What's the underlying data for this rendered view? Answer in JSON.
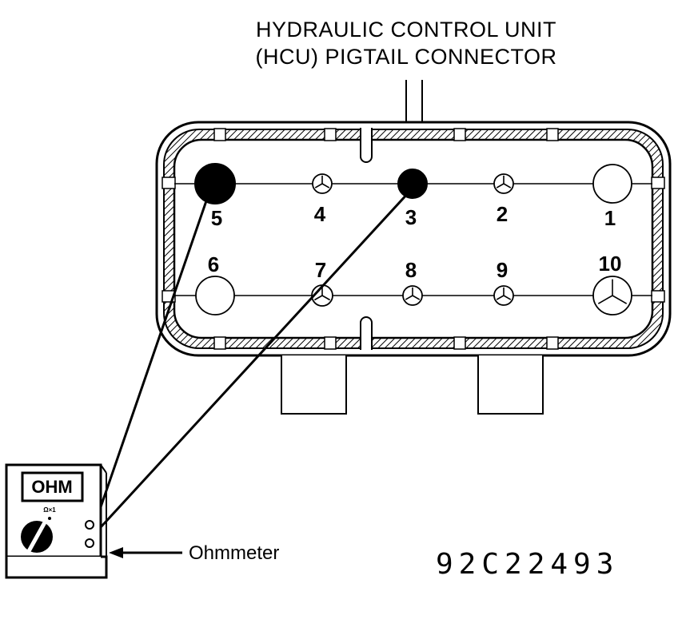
{
  "title": {
    "line1": "HYDRAULIC CONTROL UNIT",
    "line2": "(HCU) PIGTAIL CONNECTOR"
  },
  "pins": [
    {
      "num": "1",
      "style": "open"
    },
    {
      "num": "2",
      "style": "terminal"
    },
    {
      "num": "3",
      "style": "probed"
    },
    {
      "num": "4",
      "style": "terminal"
    },
    {
      "num": "5",
      "style": "probed"
    },
    {
      "num": "6",
      "style": "open"
    },
    {
      "num": "7",
      "style": "terminal"
    },
    {
      "num": "8",
      "style": "terminal"
    },
    {
      "num": "9",
      "style": "terminal"
    },
    {
      "num": "10",
      "style": "terminal"
    }
  ],
  "meter": {
    "display": "OHM",
    "range_label": "Ω×1",
    "callout": "Ohmmeter"
  },
  "figure_id": "92C22493"
}
